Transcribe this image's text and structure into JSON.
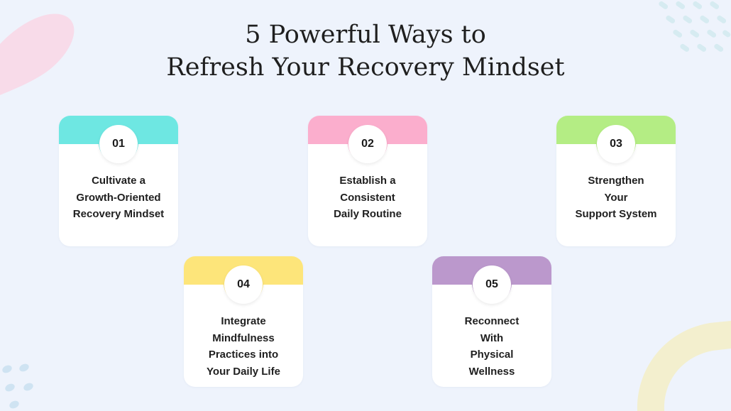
{
  "title": {
    "line1": "5 Powerful Ways to",
    "line2": "Refresh Your Recovery Mindset"
  },
  "cards": [
    {
      "number": "01",
      "lines": [
        "Cultivate a",
        "Growth-Oriented",
        "Recovery Mindset"
      ],
      "color": "#6ee7e2"
    },
    {
      "number": "02",
      "lines": [
        "Establish a",
        "Consistent",
        "Daily Routine"
      ],
      "color": "#fbaecd"
    },
    {
      "number": "03",
      "lines": [
        "Strengthen",
        "Your",
        "Support System"
      ],
      "color": "#b4ed84"
    },
    {
      "number": "04",
      "lines": [
        "Integrate",
        "Mindfulness",
        "Practices into",
        "Your Daily Life"
      ],
      "color": "#fde57a"
    },
    {
      "number": "05",
      "lines": [
        "Reconnect",
        "With",
        "Physical",
        "Wellness"
      ],
      "color": "#bb98cc"
    }
  ],
  "background": "#eef3fc"
}
